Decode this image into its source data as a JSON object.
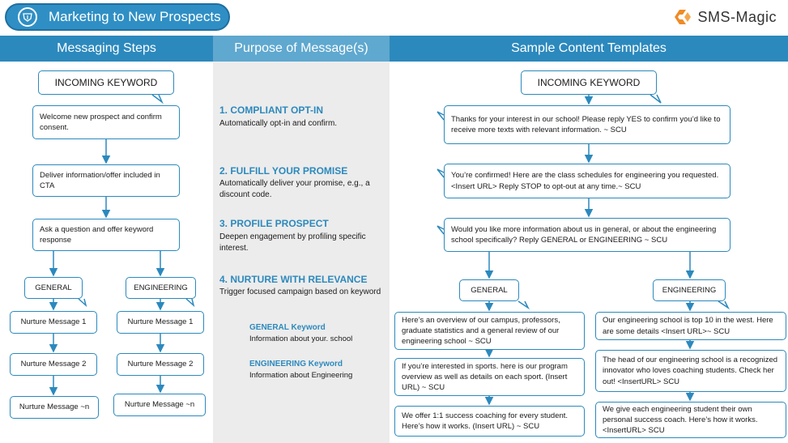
{
  "header": {
    "title": "Marketing to New Prospects",
    "brand": "SMS-Magic"
  },
  "columns": {
    "steps": "Messaging Steps",
    "purpose": "Purpose of Message(s)",
    "templates": "Sample Content Templates"
  },
  "steps": {
    "keyword": "INCOMING KEYWORD",
    "welcome": "Welcome new prospect and confirm consent.",
    "deliver": "Deliver information/offer included in CTA",
    "ask": "Ask a question and offer keyword response",
    "general": "GENERAL",
    "engineering": "ENGINEERING",
    "general_nurture": [
      "Nurture Message 1",
      "Nurture Message 2",
      "Nurture Message ~n"
    ],
    "engineering_nurture": [
      "Nurture Message 1",
      "Nurture Message 2",
      "Nurture Message ~n"
    ]
  },
  "purpose": {
    "items": [
      {
        "title": "1. COMPLIANT OPT-IN",
        "desc": "Automatically opt-in and confirm."
      },
      {
        "title": "2. FULFILL YOUR PROMISE",
        "desc": "Automatically deliver your promise, e.g., a discount code."
      },
      {
        "title": "3. PROFILE PROSPECT",
        "desc": "Deepen engagement by profiling specific interest."
      },
      {
        "title": "4. NURTURE WITH RELEVANCE",
        "desc": "Trigger focused campaign based on keyword"
      }
    ],
    "keywords": [
      {
        "title": "GENERAL Keyword",
        "desc": "Information about your. school"
      },
      {
        "title": "ENGINEERING Keyword",
        "desc": "Information about Engineering"
      }
    ]
  },
  "templates": {
    "keyword": "INCOMING KEYWORD",
    "optin": "Thanks for your interest in our school! Please reply YES to confirm you’d like to receive more texts with relevant information. ~ SCU",
    "confirmed": "You’re confirmed!  Here are the class schedules for engineering you requested. <Insert URL>  Reply STOP to opt-out at any time.~ SCU",
    "question": "Would you like more information about us in general, or about the engineering school specifically? Reply GENERAL or ENGINEERING  ~ SCU",
    "general": "GENERAL",
    "engineering": "ENGINEERING",
    "general_msgs": [
      "Here’s an overview of our campus, professors, graduate statistics and a general review of our engineering school ~ SCU",
      "If you’re interested in sports. here is our program overview as well as details on each sport. (Insert URL) ~ SCU",
      "We  offer 1:1 success coaching for every student. Here’s how it works. (Insert URL) ~ SCU"
    ],
    "engineering_msgs": [
      "Our engineering school is top 10 in the west. Here are some details <Insert URL>~ SCU",
      "The head of our engineering school is a recognized innovator who loves coaching students. Check her out! <InsertURL>  SCU",
      "We give each engineering student their own personal success coach. Here’s how it works. <InsertURL>  SCU"
    ]
  },
  "colors": {
    "accent": "#2c89bd",
    "header_bg": "#2f8fc4",
    "panel": "#ececec",
    "brand_orange": "#f08a24"
  }
}
